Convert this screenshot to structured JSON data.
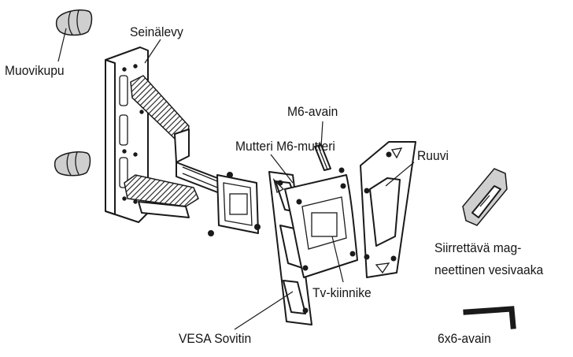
{
  "labels": {
    "muovikupu": "Muovikupu",
    "seinalevy": "Seinälevy",
    "m6_avain": "M6-avain",
    "mutteri": "Mutteri M6-mutteri",
    "ruuvi": "Ruuvi",
    "vesivaaka_line1": "Siirrettävä mag-",
    "vesivaaka_line2": "neettinen vesivaaka",
    "tv_kiinnike": "Tv-kiinnike",
    "vesa_sovitin": "VESA Sovitin",
    "avain_6x6": "6x6-avain"
  }
}
